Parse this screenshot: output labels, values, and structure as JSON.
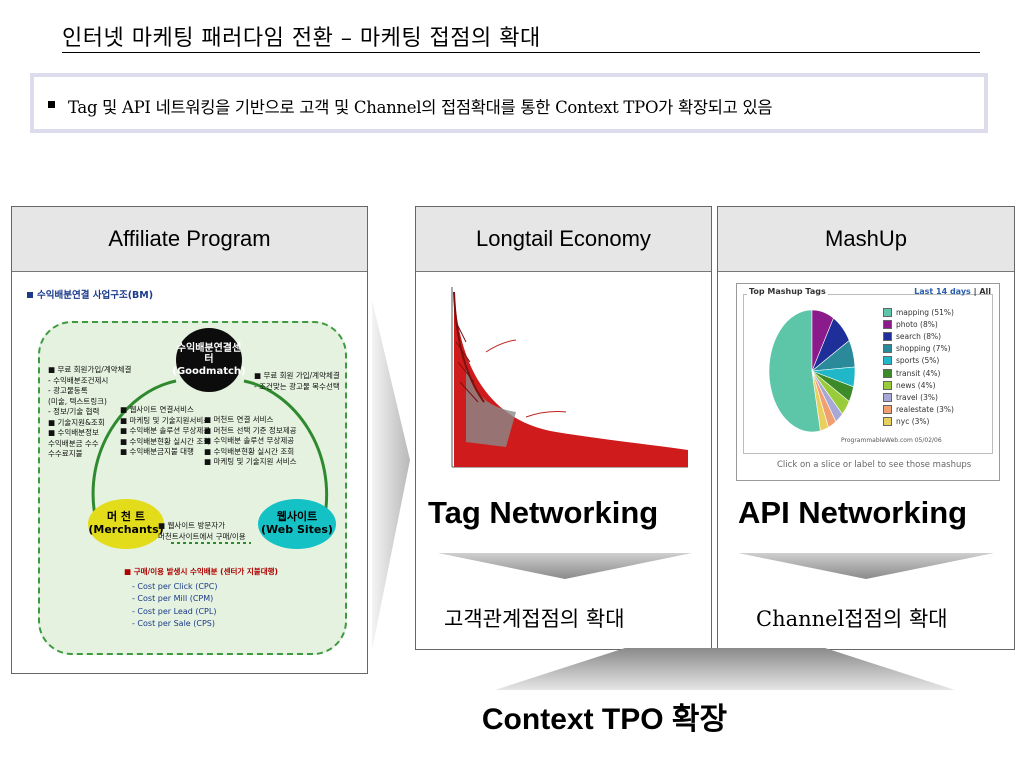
{
  "slide": {
    "title": "인터넷 마케팅 패러다임 전환 – 마케팅 접점의 확대",
    "bullet": "Tag 및 API 네트워킹을 기반으로 고객 및 Channel의 접점확대를 통한 Context TPO가 확장되고 있음"
  },
  "panels": {
    "affiliate": {
      "header": "Affiliate Program",
      "caption": "수익배분연결 사업구조(BM)",
      "center_bubble": [
        "수익배분연결센터",
        "(Goodmatch)"
      ],
      "merchants_bubble": [
        "머 천 트",
        "(Merchants)"
      ],
      "websites_bubble": [
        "웹사이트",
        "(Web Sites)"
      ],
      "notes_left": [
        "■ 무료 회원가입/계약체결",
        "- 수익배분조건제시",
        "- 광고물등록",
        "(미술, 텍스트링크)",
        "- 정보/기술 협력",
        "■ 기술지원&조회",
        "■ 수익배분정보",
        "수익배분금 수수",
        "수수료지불"
      ],
      "notes_mid": [
        "■ 웹사이트 연결서비스",
        "■ 마케팅 및 기술지원서비스",
        "■ 수익배분 솔루션 무상제공",
        "■ 수익배분현황 실시간 조회",
        "■ 수익배분금지불 대행"
      ],
      "notes_right_top": [
        "■ 무료 회원 가입/계약체결",
        "- 조건맞는 광고물 복수선택"
      ],
      "notes_right": [
        "■ 머천트 연결 서비스",
        "■ 머천트 선택 기준 정보제공",
        "■ 수익배분 솔루션 무상제공",
        "■ 수익배분현황 실시간 조회",
        "■ 마케팅 및 기술지원 서비스"
      ],
      "notes_bottom_mid": [
        "■ 웹사이트 방문자가",
        "머천트사이트에서 구매/이용"
      ],
      "pricing_title": "■ 구매/이용 발생시 수익배분 (센터가 지불대행)",
      "pricing": [
        "- Cost per Click (CPC)",
        "- Cost per Mill  (CPM)",
        "- Cost per Lead  (CPL)",
        "- Cost per Sale  (CPS)"
      ]
    },
    "longtail": {
      "header": "Longtail Economy",
      "label": "Tag  Networking",
      "result": "고객관계접점의 확대"
    },
    "mashup": {
      "header": "MashUp",
      "chart_title": "Top Mashup Tags",
      "last_link": "Last 14 days",
      "sep": " | ",
      "all_link": "All",
      "credit": "ProgrammableWeb.com 05/02/06",
      "footer": "Click on a slice or label to see those mashups",
      "label": "API  Networking",
      "result": "Channel접점의 확대"
    }
  },
  "conclusion": "Context TPO 확장",
  "chart_data": {
    "type": "pie",
    "title": "Top Mashup Tags",
    "slices": [
      {
        "label": "mapping (51%)",
        "value": 51,
        "color": "#5ec6a8"
      },
      {
        "label": "photo (8%)",
        "value": 8,
        "color": "#8b1a8b"
      },
      {
        "label": "search (8%)",
        "value": 8,
        "color": "#1f2f9a"
      },
      {
        "label": "shopping (7%)",
        "value": 7,
        "color": "#2a8a9a"
      },
      {
        "label": "sports (5%)",
        "value": 5,
        "color": "#20b8c8"
      },
      {
        "label": "transit (4%)",
        "value": 4,
        "color": "#3c8a28"
      },
      {
        "label": "news (4%)",
        "value": 4,
        "color": "#98cc38"
      },
      {
        "label": "travel (3%)",
        "value": 3,
        "color": "#a8a8d8"
      },
      {
        "label": "realestate (3%)",
        "value": 3,
        "color": "#f0a070"
      },
      {
        "label": "nyc (3%)",
        "value": 3,
        "color": "#e8d060"
      }
    ],
    "legend_position": "right"
  }
}
